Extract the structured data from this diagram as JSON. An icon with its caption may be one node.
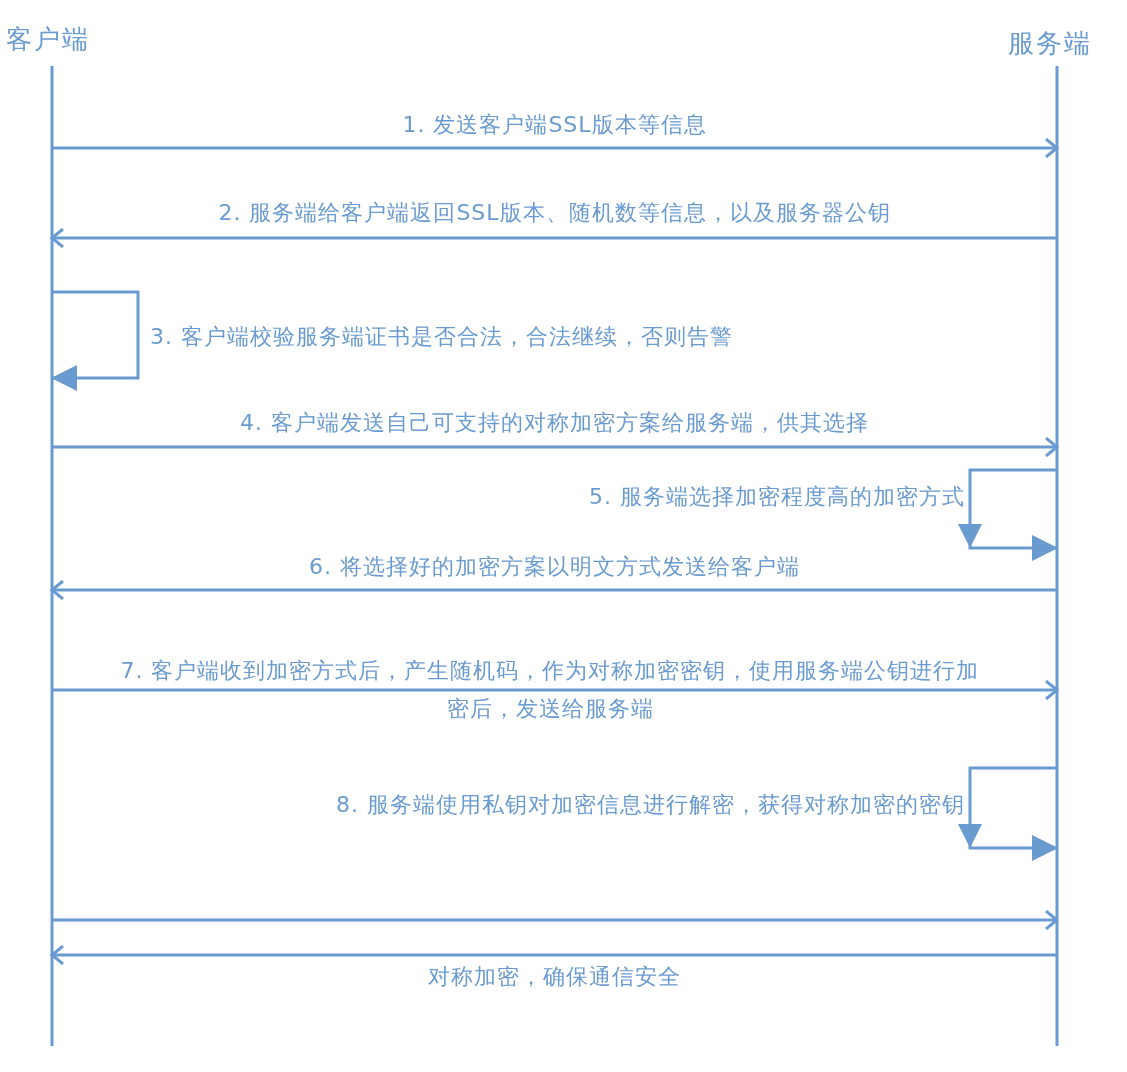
{
  "diagram": {
    "nodes": [
      {
        "text": [
          "客户端"
        ]
      },
      {
        "text": [
          "服务端"
        ]
      }
    ],
    "edges": [
      {
        "from": 0,
        "to": 1,
        "arrow": "to",
        "label": "1. 发送客户端SSL版本等信息"
      },
      {
        "from": 1,
        "to": 0,
        "arrow": "to",
        "label": "2. 服务端给客户端返回SSL版本、随机数等信息，以及服务器公钥"
      },
      {
        "from": 0,
        "to": 0,
        "arrow": "to",
        "label": "3. 客户端校验服务端证书是否合法，合法继续，否则告警"
      },
      {
        "from": 0,
        "to": 1,
        "arrow": "to",
        "label": "4. 客户端发送自己可支持的对称加密方案给服务端，供其选择"
      },
      {
        "from": 1,
        "to": 1,
        "arrow": "to",
        "label": "5. 服务端选择加密程度高的加密方式"
      },
      {
        "from": 1,
        "to": 0,
        "arrow": "to",
        "label": "6. 将选择好的加密方案以明文方式发送给客户端"
      },
      {
        "from": 0,
        "to": 1,
        "arrow": "to",
        "label": "7. 客户端收到加密方式后，产生随机码，作为对称加密密钥，使用服务端公钥进行加密后，发送给服务端"
      },
      {
        "from": 1,
        "to": 1,
        "arrow": "to",
        "label": "8. 服务端使用私钥对加密信息进行解密，获得对称加密的密钥"
      },
      {
        "from": 0,
        "to": 1,
        "arrow": "to"
      },
      {
        "from": 1,
        "to": 0,
        "arrow": "to",
        "label": "对称加密，确保通信安全"
      }
    ]
  }
}
